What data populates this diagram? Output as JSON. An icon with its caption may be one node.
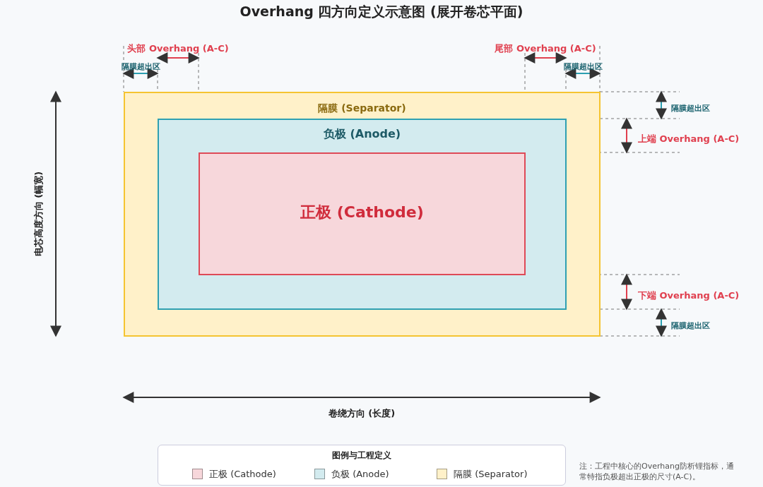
{
  "diagram": {
    "title": "Overhang 四方向定义示意图 (展开卷芯平面)",
    "nodes": [
      {
        "text": [
          "隔膜 (Separator)"
        ]
      },
      {
        "text": [
          "负极 (Anode)"
        ],
        "in": 0
      },
      {
        "text": [
          "正极 (Cathode)"
        ],
        "in": 1
      }
    ],
    "edges": [],
    "labels": [
      "头部 Overhang (A-C)",
      "尾部 Overhang (A-C)",
      "隔膜超出区",
      "隔膜超出区",
      "隔膜超出区",
      "上端 Overhang (A-C)",
      "电芯高度方向 (幅宽)",
      "下端 Overhang (A-C)",
      "隔膜超出区",
      "卷绕方向 (长度)",
      "图例与工程定义",
      "注：工程中核心的Overhang防析锂指标，通常特指负极超出正极的尺寸(A-C)。"
    ],
    "legend": [
      {
        "text": "正极 (Cathode)",
        "color": "#f7d7db"
      },
      {
        "text": "负极 (Anode)",
        "color": "#d3ebef"
      },
      {
        "text": "隔膜 (Separator)",
        "color": "#fff1c9"
      }
    ]
  }
}
